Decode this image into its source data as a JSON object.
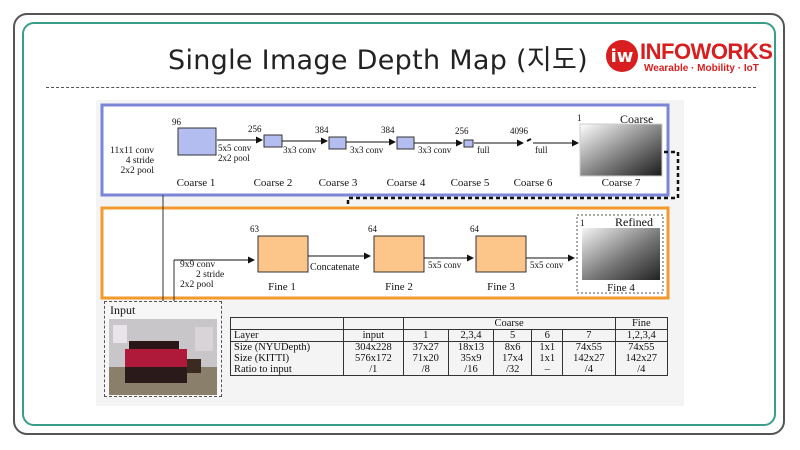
{
  "header": {
    "title": "Single Image Depth Map (지도)",
    "logo_mark": "iw",
    "logo_name": "INFOWORKS",
    "logo_tagline": "Wearable · Mobility · IoT",
    "colors": {
      "accent": "#d81e1e",
      "frame": "#3a9d8c"
    }
  },
  "diagram": {
    "colors": {
      "coarse_border": "#7b86d8",
      "coarse_box": "#b4bdf0",
      "fine_border": "#f39a2c",
      "fine_box": "#fcc58a"
    },
    "coarse": {
      "title": "Coarse",
      "input_note": [
        "11x11 conv",
        "4 stride",
        "2x2 pool"
      ],
      "layers": [
        {
          "name": "Coarse 1",
          "channels": "96"
        },
        {
          "name": "Coarse 2",
          "channels": "256"
        },
        {
          "name": "Coarse 3",
          "channels": "384"
        },
        {
          "name": "Coarse 4",
          "channels": "384"
        },
        {
          "name": "Coarse 5",
          "channels": "256"
        },
        {
          "name": "Coarse 6",
          "channels": "4096"
        },
        {
          "name": "Coarse 7",
          "channels": "1"
        }
      ],
      "ops": [
        "5x5 conv",
        "2x2 pool",
        "3x3 conv",
        "3x3 conv",
        "3x3 conv",
        "full",
        "full"
      ]
    },
    "fine": {
      "title": "Refined",
      "input_note": [
        "9x9 conv",
        "2 stride",
        "2x2 pool"
      ],
      "layers": [
        {
          "name": "Fine 1",
          "channels": "63"
        },
        {
          "name": "Fine 2",
          "channels": "64"
        },
        {
          "name": "Fine 3",
          "channels": "64"
        },
        {
          "name": "Fine 4",
          "channels": "1"
        }
      ],
      "ops": [
        "Concatenate",
        "5x5 conv",
        "5x5 conv"
      ]
    },
    "input_label": "Input"
  },
  "table": {
    "group_coarse": "Coarse",
    "group_fine": "Fine",
    "header": [
      "Layer",
      "input",
      "1",
      "2,3,4",
      "5",
      "6",
      "7",
      "1,2,3,4"
    ],
    "rows": [
      [
        "Size (NYUDepth)",
        "304x228",
        "37x27",
        "18x13",
        "8x6",
        "1x1",
        "74x55",
        "74x55"
      ],
      [
        "Size (KITTI)",
        "576x172",
        "71x20",
        "35x9",
        "17x4",
        "1x1",
        "142x27",
        "142x27"
      ],
      [
        "Ratio to input",
        "/1",
        "/8",
        "/16",
        "/32",
        "–",
        "/4",
        "/4"
      ]
    ]
  }
}
